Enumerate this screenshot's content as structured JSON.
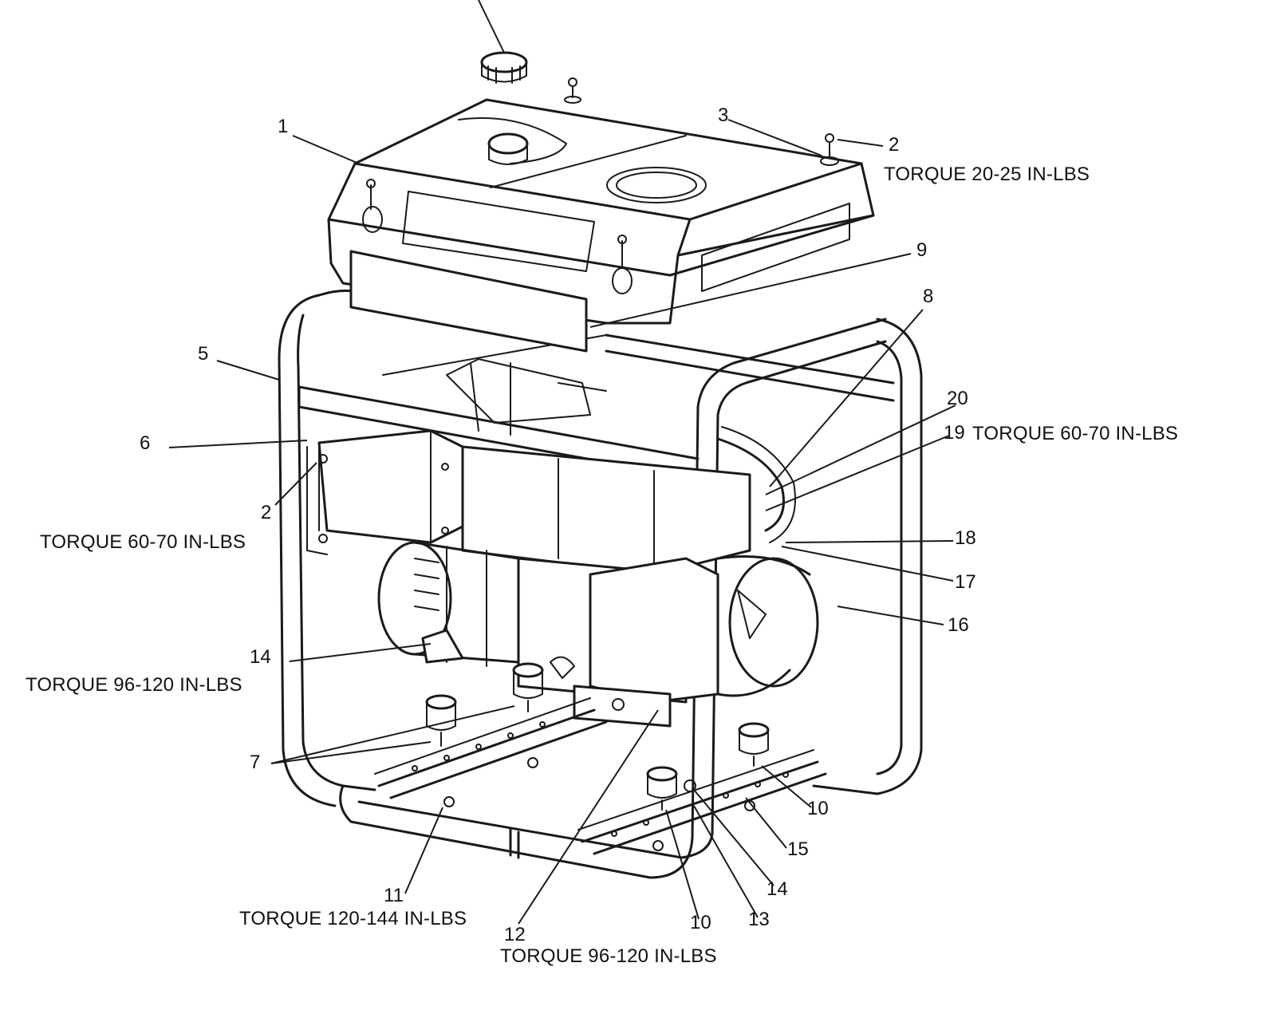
{
  "callouts": [
    {
      "id": "c1",
      "text": "1"
    },
    {
      "id": "c2a",
      "text": "2"
    },
    {
      "id": "c3",
      "text": "3"
    },
    {
      "id": "c2b",
      "text": "2"
    },
    {
      "id": "c5",
      "text": "5"
    },
    {
      "id": "c6",
      "text": "6"
    },
    {
      "id": "c7",
      "text": "7"
    },
    {
      "id": "c8",
      "text": "8"
    },
    {
      "id": "c9",
      "text": "9"
    },
    {
      "id": "c10a",
      "text": "10"
    },
    {
      "id": "c10b",
      "text": "10"
    },
    {
      "id": "c11",
      "text": "11"
    },
    {
      "id": "c12",
      "text": "12"
    },
    {
      "id": "c13",
      "text": "13"
    },
    {
      "id": "c14a",
      "text": "14"
    },
    {
      "id": "c14b",
      "text": "14"
    },
    {
      "id": "c15",
      "text": "15"
    },
    {
      "id": "c16",
      "text": "16"
    },
    {
      "id": "c17",
      "text": "17"
    },
    {
      "id": "c18",
      "text": "18"
    },
    {
      "id": "c19",
      "text": "19"
    },
    {
      "id": "c20",
      "text": "20"
    }
  ],
  "torque_notes": [
    {
      "id": "t1",
      "text": "TORQUE 20-25 IN-LBS"
    },
    {
      "id": "t2",
      "text": "TORQUE 60-70 IN-LBS"
    },
    {
      "id": "t3",
      "text": "TORQUE 60-70 IN-LBS"
    },
    {
      "id": "t4",
      "text": "TORQUE 96-120 IN-LBS"
    },
    {
      "id": "t5",
      "text": "TORQUE 120-144 IN-LBS"
    },
    {
      "id": "t6",
      "text": "TORQUE 96-120 IN-LBS"
    }
  ]
}
